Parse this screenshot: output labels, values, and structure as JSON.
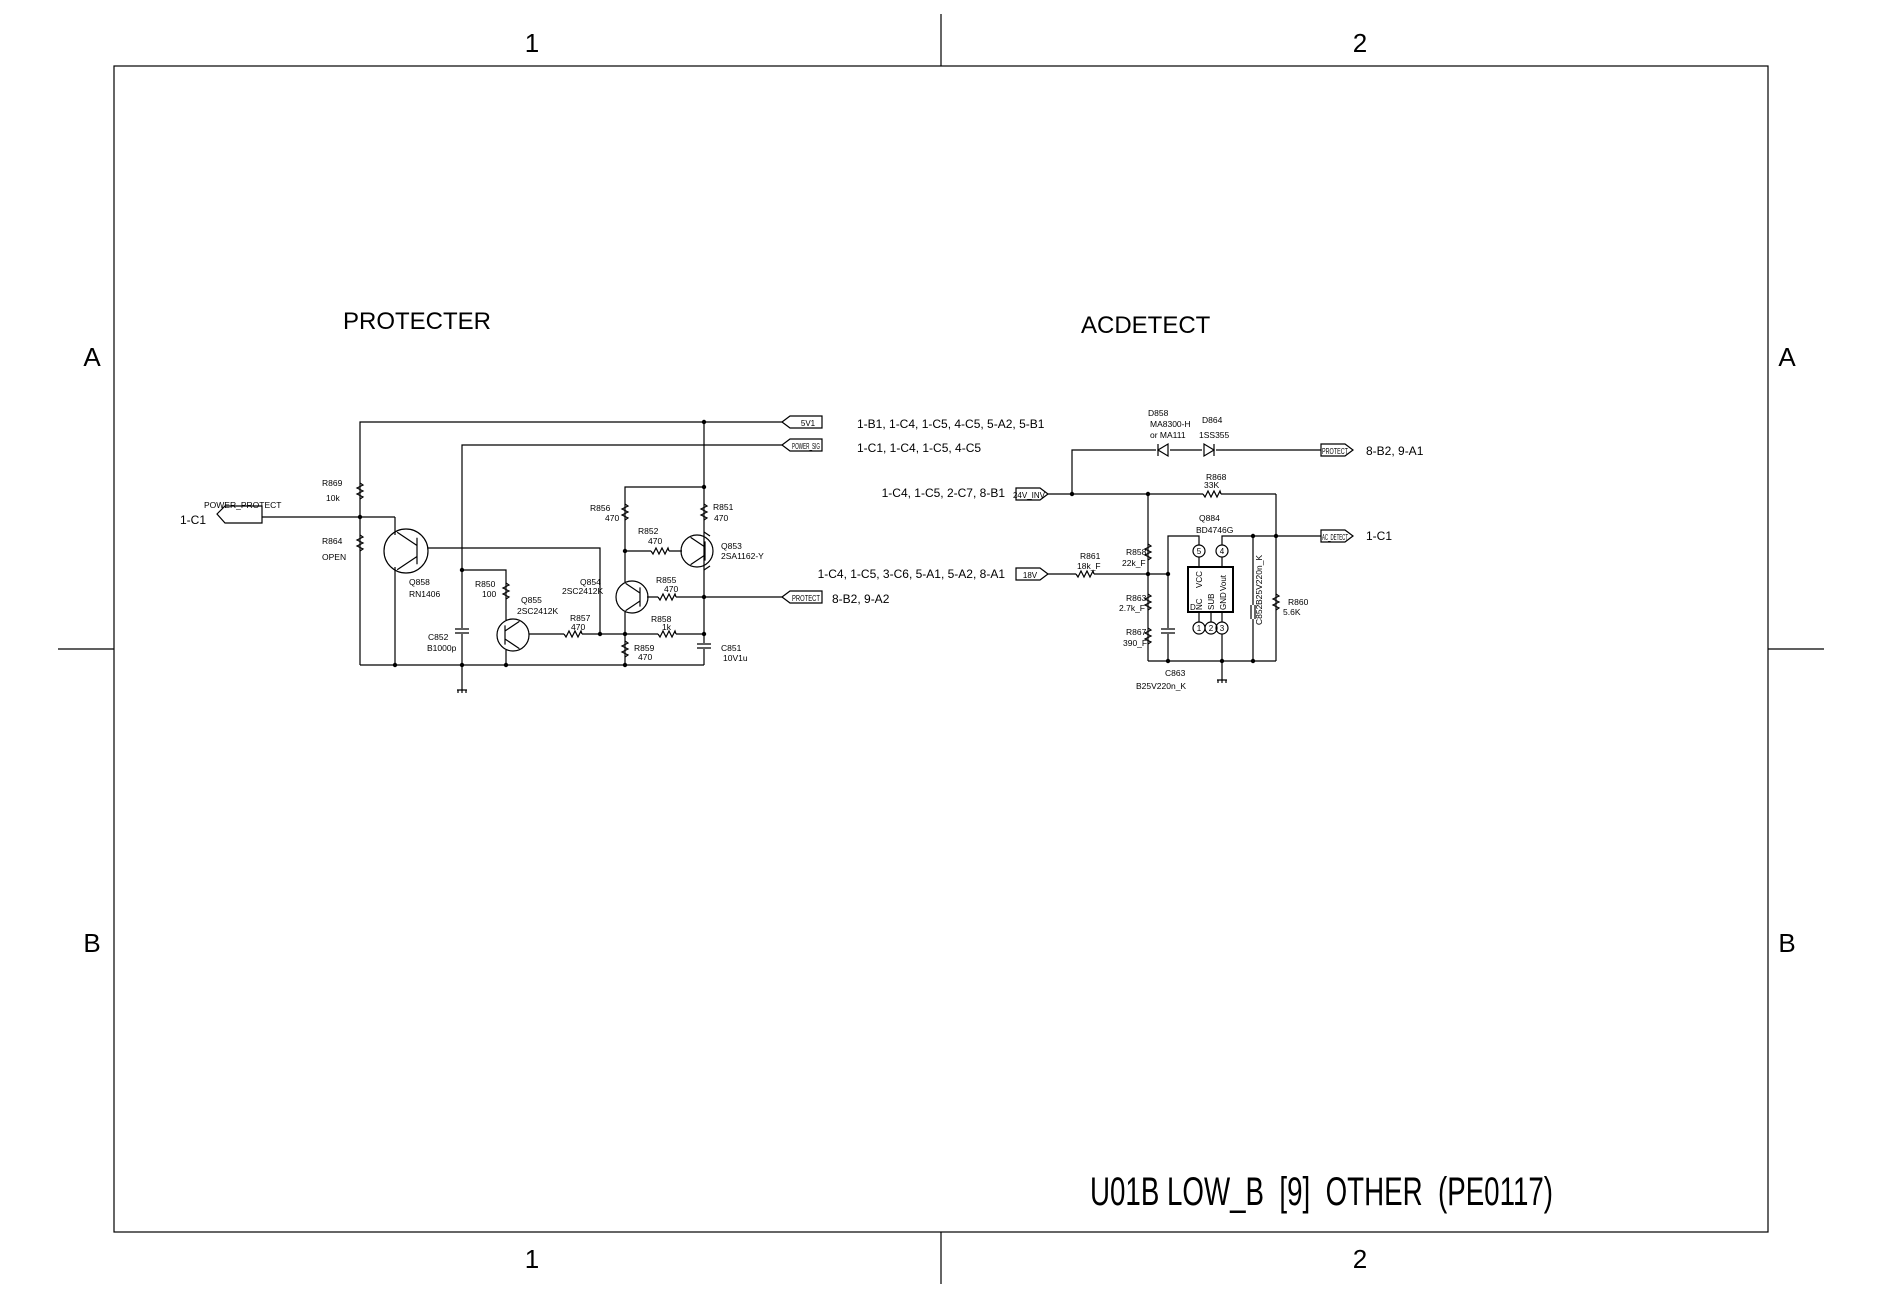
{
  "sheet": {
    "col_labels": [
      "1",
      "2"
    ],
    "row_labels": [
      "A",
      "B"
    ],
    "title": "U01B LOW_B  [9]  OTHER  (PE0117)"
  },
  "protecter": {
    "title": "PROTECTER",
    "ports": {
      "power_protect": {
        "name": "POWER_PROTECT",
        "ref": "1-C1"
      },
      "v5": {
        "name": "5V1",
        "ref": "1-B1, 1-C4, 1-C5, 4-C5, 5-A2, 5-B1"
      },
      "power_sig": {
        "name": "POWER_SIG",
        "ref": "1-C1, 1-C4, 1-C5, 4-C5"
      },
      "protect": {
        "name": "PROTECT",
        "ref": "8-B2, 9-A2"
      }
    },
    "parts": {
      "r869": {
        "ref": "R869",
        "value": "10k"
      },
      "r864": {
        "ref": "R864",
        "value": "OPEN"
      },
      "q858": {
        "ref": "Q858",
        "value": "RN1406"
      },
      "c852": {
        "ref": "C852",
        "value": "B1000p"
      },
      "r850": {
        "ref": "R850",
        "value": "100"
      },
      "q855": {
        "ref": "Q855",
        "value": "2SC2412K"
      },
      "q854": {
        "ref": "Q854",
        "value": "2SC2412K"
      },
      "r857": {
        "ref": "R857",
        "value": "470"
      },
      "r856": {
        "ref": "R856",
        "value": "470"
      },
      "r851": {
        "ref": "R851",
        "value": "470"
      },
      "r852": {
        "ref": "R852",
        "value": "470"
      },
      "q853": {
        "ref": "Q853",
        "value": "2SA1162-Y"
      },
      "r855": {
        "ref": "R855",
        "value": "470"
      },
      "r858": {
        "ref": "R858",
        "value": "1k"
      },
      "r859": {
        "ref": "R859",
        "value": "470"
      },
      "c851": {
        "ref": "C851",
        "value": "10V1u"
      }
    }
  },
  "acdetect": {
    "title": "ACDETECT",
    "ports": {
      "v24": {
        "name": "24V_INV",
        "ref": "1-C4, 1-C5, 2-C7, 8-B1"
      },
      "v18": {
        "name": "18V",
        "ref": "1-C4, 1-C5, 3-C6, 5-A1, 5-A2, 8-A1"
      },
      "protect": {
        "name": "PROTECT",
        "ref": "8-B2, 9-A1"
      },
      "ac_detect": {
        "name": "AC_DETECT",
        "ref": "1-C1"
      }
    },
    "parts": {
      "d858": {
        "ref": "D858",
        "value": "MA8300-H",
        "alt": "or MA111"
      },
      "d864": {
        "ref": "D864",
        "value": "1SS355"
      },
      "r868": {
        "ref": "R868",
        "value": "33K"
      },
      "q884": {
        "ref": "Q884",
        "value": "BD4746G"
      },
      "r861": {
        "ref": "R861",
        "value": "18k_F"
      },
      "r858": {
        "ref": "R858",
        "value": "22k_F"
      },
      "r863": {
        "ref": "R863",
        "value": "2.7k_F"
      },
      "r867": {
        "ref": "R867",
        "value": "390_F"
      },
      "c863": {
        "ref": "C863",
        "value": "B25V220n_K"
      },
      "c852": {
        "ref": "C852",
        "value": "B25V220n_K"
      },
      "r860": {
        "ref": "R860",
        "value": "5.6K"
      }
    },
    "ic_pins": {
      "vcc": "VCC",
      "vout": "Vout",
      "nc": "NC",
      "sub": "SUB",
      "gnd": "GND",
      "d": "D",
      "p1": "1",
      "p2": "2",
      "p3": "3",
      "p4": "4",
      "p5": "5"
    }
  }
}
